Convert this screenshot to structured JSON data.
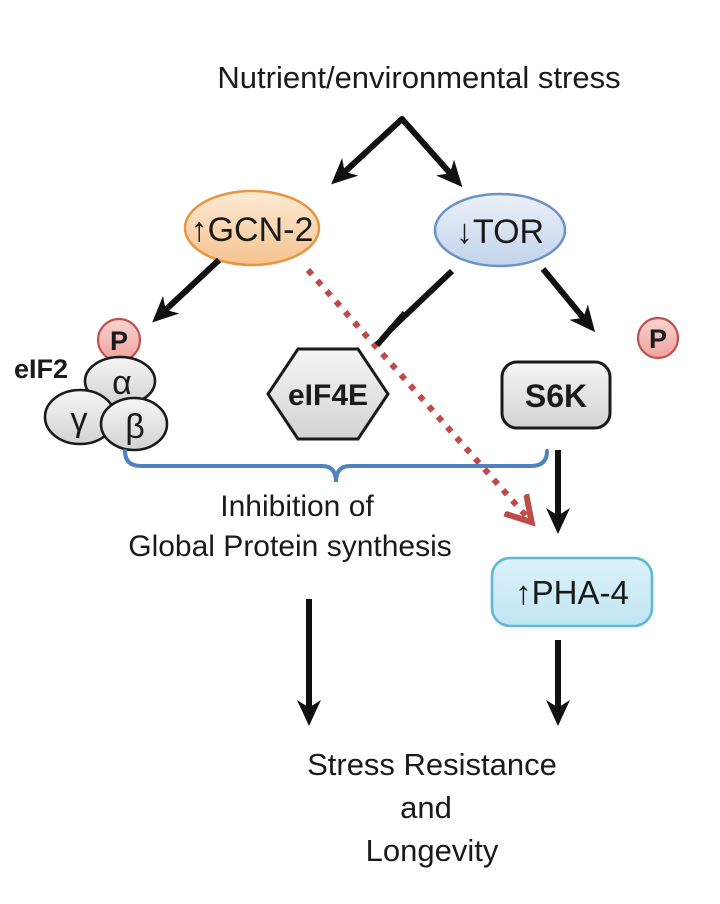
{
  "title": "Nutrient/environmental stress",
  "nodes": {
    "gcn2": {
      "label": "↑GCN-2",
      "border": "#E8953F"
    },
    "tor": {
      "label": "↓TOR",
      "border": "#6A92C5"
    },
    "eif2": {
      "label": "eIF2",
      "alpha": "α",
      "beta": "β",
      "gamma": "γ",
      "phospho": "P"
    },
    "eif4e": {
      "label": "eIF4E"
    },
    "s6k": {
      "label": "S6K",
      "phospho": "P"
    },
    "pha4": {
      "label": "↑PHA-4",
      "border": "#5FB8D4"
    }
  },
  "labels": {
    "inhibition": [
      "Inhibition of",
      "Global Protein synthesis"
    ],
    "outcome": [
      "Stress Resistance",
      "and",
      "Longevity"
    ]
  },
  "colors": {
    "arrow": "#111111",
    "dotted_arrow": "#BE4B48",
    "bracket": "#4F81BD",
    "phospho_border": "#C0504D",
    "subunit_border": "#1A1A1A",
    "gcn2_fill_top": "#FDEBD6",
    "gcn2_fill_bottom": "#F5C28E",
    "tor_fill_top": "#ECF1F9",
    "tor_fill_bottom": "#C2D3EB",
    "gray_fill_top": "#F6F6F6",
    "gray_fill_bottom": "#D2D2D2",
    "pink_fill_top": "#F9D4D1",
    "pink_fill_bottom": "#F0A29E",
    "cyan_fill_top": "#DDF2FA",
    "cyan_fill_bottom": "#BFE5F2",
    "text": "#1A1A1A"
  },
  "edges": [
    {
      "from": "stress",
      "to": "gcn2",
      "type": "activates"
    },
    {
      "from": "stress",
      "to": "tor",
      "type": "activates"
    },
    {
      "from": "gcn2",
      "to": "eif2",
      "type": "phosphorylates"
    },
    {
      "from": "tor",
      "to": "eif4e",
      "type": "inhibits"
    },
    {
      "from": "tor",
      "to": "s6k",
      "type": "activates"
    },
    {
      "from": "gcn2",
      "to": "pha4",
      "type": "activates-dotted"
    },
    {
      "from": "s6k",
      "to": "pha4",
      "type": "activates"
    },
    {
      "from": "inhibition-of-global-protein-synthesis",
      "to": "outcome",
      "type": "leads-to"
    },
    {
      "from": "pha4",
      "to": "outcome",
      "type": "leads-to"
    }
  ]
}
